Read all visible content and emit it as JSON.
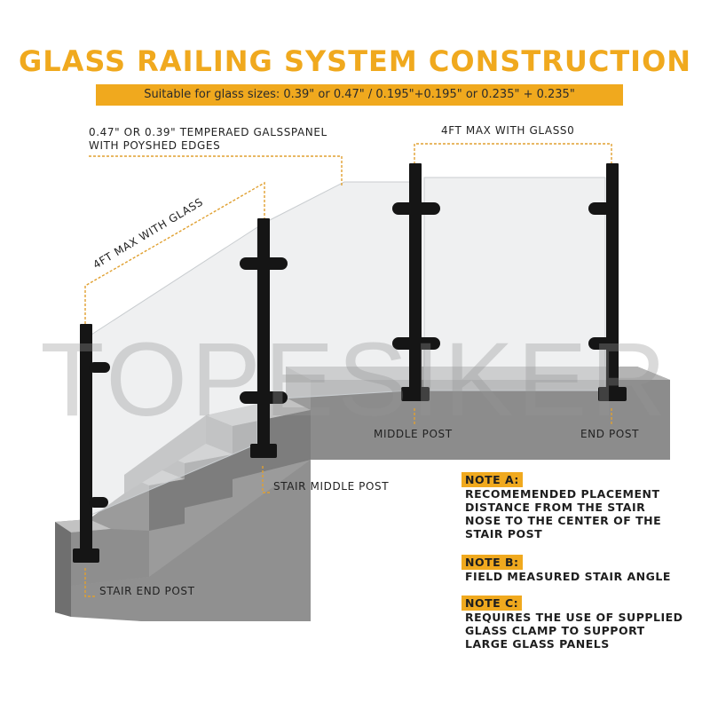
{
  "header": {
    "title": "GLASS RAILING SYSTEM CONSTRUCTION",
    "subtitle": "Suitable for glass sizes:  0.39\" or 0.47\" / 0.195\"+0.195\" or 0.235\" + 0.235\""
  },
  "labels": {
    "glass_panel_line1": "0.47\" OR 0.39\" TEMPERAED GALSSPANEL",
    "glass_panel_line2": "WITH POYSHED EDGES",
    "max_flat": "4FT MAX WITH GLASS0",
    "max_stair": "4FT MAX WITH GLASS",
    "middle_post": "MIDDLE POST",
    "end_post": "END POST",
    "stair_middle_post": "STAIR MIDDLE POST",
    "stair_end_post": "STAIR END POST"
  },
  "notes": [
    {
      "tag": "NOTE A:",
      "lines": [
        "RECOMEMENDED PLACEMENT",
        "DISTANCE FROM THE STAIR",
        "NOSE TO THE CENTER OF THE",
        "STAIR POST"
      ]
    },
    {
      "tag": "NOTE B:",
      "lines": [
        "FIELD MEASURED STAIR ANGLE"
      ]
    },
    {
      "tag": "NOTE C:",
      "lines": [
        "REQUIRES THE USE OF SUPPLIED",
        "GLASS CLAMP TO SUPPORT",
        "LARGE GLASS PANELS"
      ]
    }
  ],
  "watermark": "TOPESIKER",
  "colors": {
    "accent": "#f0a91e",
    "post": "#151515",
    "stair": "#9b9b9b"
  }
}
